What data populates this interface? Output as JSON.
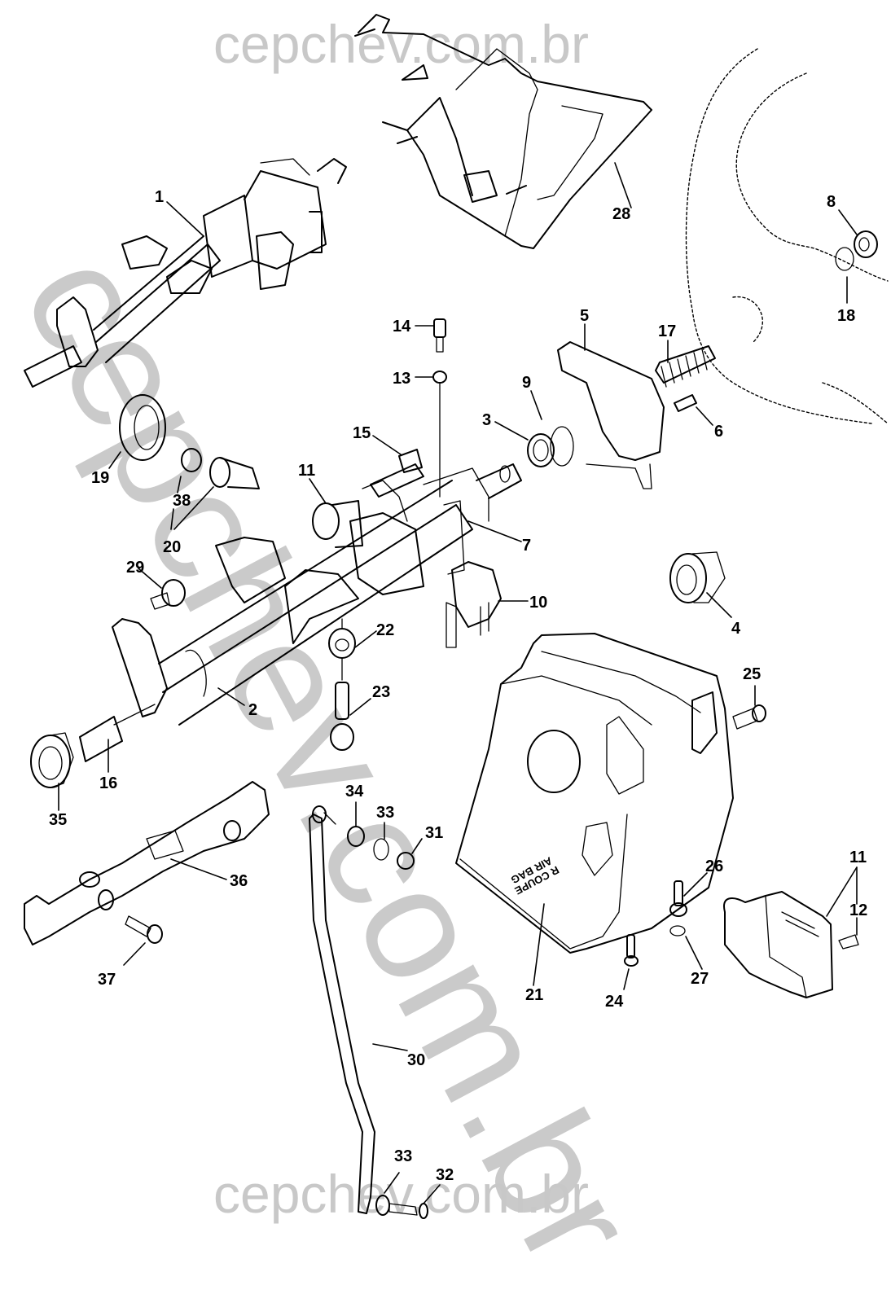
{
  "watermark": {
    "top": "cepchev.com.br",
    "bottom": "cepchev.com.br",
    "diagonal": "cepchev.com.br"
  },
  "diagram": {
    "subject": "steering column exploded parts view",
    "airbag_cover_text": [
      "R COUPE",
      "AIR BAG"
    ],
    "callouts": [
      {
        "id": "c1",
        "label": "1",
        "part": "steering-column-assembly"
      },
      {
        "id": "c2",
        "label": "2",
        "part": "steering-column"
      },
      {
        "id": "c3",
        "label": "3",
        "part": "bearing"
      },
      {
        "id": "c4",
        "label": "4",
        "part": "bushing"
      },
      {
        "id": "c5",
        "label": "5",
        "part": "lock-housing"
      },
      {
        "id": "c6",
        "label": "6",
        "part": "screw"
      },
      {
        "id": "c7",
        "label": "7",
        "part": "shaft"
      },
      {
        "id": "c8",
        "label": "8",
        "part": "nut"
      },
      {
        "id": "c9",
        "label": "9",
        "part": "ring"
      },
      {
        "id": "c10",
        "label": "10",
        "part": "switch"
      },
      {
        "id": "c11a",
        "label": "11",
        "part": "lock-cylinder"
      },
      {
        "id": "c11b",
        "label": "11",
        "part": "lock-cylinder-housing"
      },
      {
        "id": "c12",
        "label": "12",
        "part": "pin"
      },
      {
        "id": "c13",
        "label": "13",
        "part": "washer"
      },
      {
        "id": "c14",
        "label": "14",
        "part": "bolt"
      },
      {
        "id": "c15",
        "label": "15",
        "part": "shear-bolt"
      },
      {
        "id": "c16",
        "label": "16",
        "part": "shaft-end"
      },
      {
        "id": "c17",
        "label": "17",
        "part": "spring"
      },
      {
        "id": "c18",
        "label": "18",
        "part": "lock-washer"
      },
      {
        "id": "c19",
        "label": "19",
        "part": "seal"
      },
      {
        "id": "c20",
        "label": "20",
        "part": "lock-cylinder-set"
      },
      {
        "id": "c21",
        "label": "21",
        "part": "airbag-cover"
      },
      {
        "id": "c22",
        "label": "22",
        "part": "grommet"
      },
      {
        "id": "c23",
        "label": "23",
        "part": "screw"
      },
      {
        "id": "c24",
        "label": "24",
        "part": "screw"
      },
      {
        "id": "c25",
        "label": "25",
        "part": "screw"
      },
      {
        "id": "c26",
        "label": "26",
        "part": "screw"
      },
      {
        "id": "c27",
        "label": "27",
        "part": "washer"
      },
      {
        "id": "c28",
        "label": "28",
        "part": "mounting-bracket"
      },
      {
        "id": "c29",
        "label": "29",
        "part": "bolt"
      },
      {
        "id": "c30",
        "label": "30",
        "part": "ground-strap"
      },
      {
        "id": "c31",
        "label": "31",
        "part": "nut"
      },
      {
        "id": "c32",
        "label": "32",
        "part": "screw"
      },
      {
        "id": "c33a",
        "label": "33",
        "part": "washer"
      },
      {
        "id": "c33b",
        "label": "33",
        "part": "washer"
      },
      {
        "id": "c34",
        "label": "34",
        "part": "clip"
      },
      {
        "id": "c35",
        "label": "35",
        "part": "bushing"
      },
      {
        "id": "c36",
        "label": "36",
        "part": "intermediate-shaft"
      },
      {
        "id": "c37",
        "label": "37",
        "part": "bolt"
      },
      {
        "id": "c38",
        "label": "38",
        "part": "retainer"
      }
    ]
  }
}
